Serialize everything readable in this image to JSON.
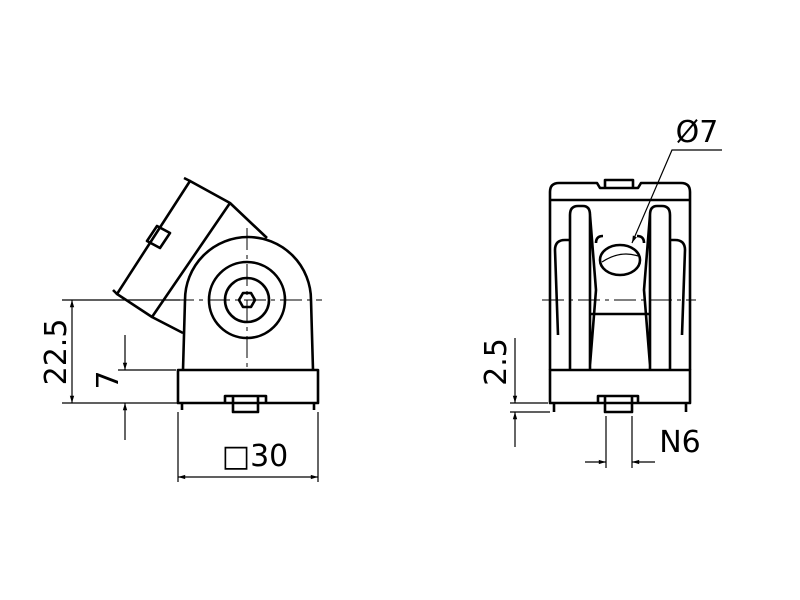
{
  "drawing": {
    "side_view": {
      "dimensions": {
        "height_center": "22.5",
        "base_height": "7",
        "profile_size": "□30"
      }
    },
    "front_view": {
      "dimensions": {
        "hole_diameter": "Ø7",
        "foot_height": "2.5",
        "slot_nut": "N6"
      }
    },
    "colors": {
      "line": "#000000",
      "background": "#ffffff"
    }
  }
}
